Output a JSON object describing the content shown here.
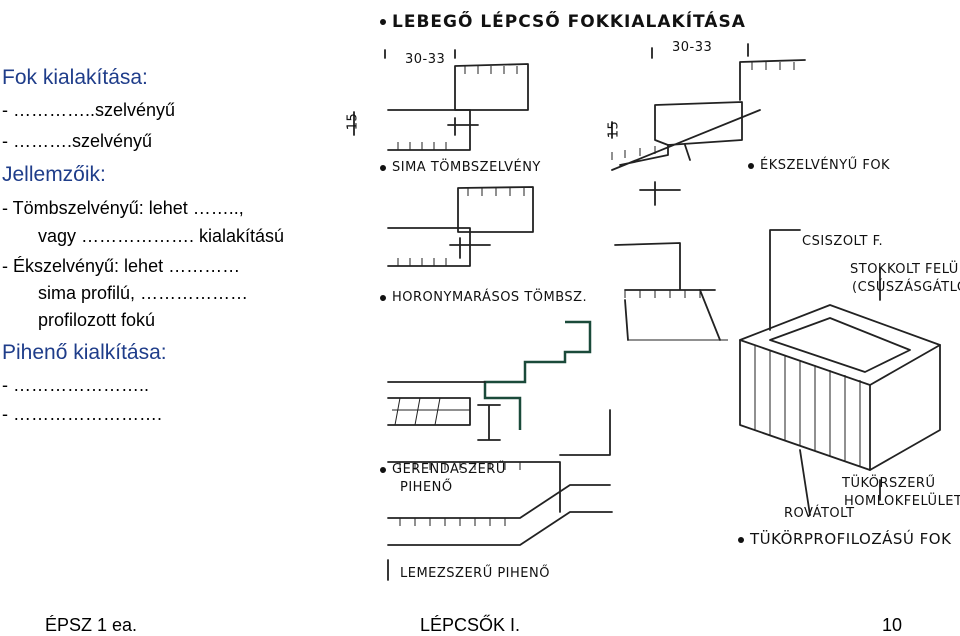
{
  "left": {
    "heading1": "Fok kialakítása:",
    "b1": "- …………..szelvényű",
    "b2": "- ……….szelvényű",
    "heading2": "Jellemzőik:",
    "b3": "- Tömbszelvényű: lehet ……..,",
    "b4": "vagy ………………. kialakítású",
    "b5": "- Ékszelvényű: lehet …………",
    "b6": "sima profilú, ………………",
    "b7": "profilozott fokú",
    "heading3": "Pihenő kialkítása:",
    "b8": "- …………………..",
    "b9": "- ……………………."
  },
  "sketch": {
    "title": "LEBEGŐ LÉPCSŐ FOKKIALAKÍTÁSA",
    "dim1": "30-33",
    "dim2": "30-33",
    "dim3": "15",
    "dim4": "15",
    "label_sima": "SIMA TÖMBSZELVÉNY",
    "label_ek": "ÉKSZELVÉNYŰ FOK",
    "label_horony": "HORONYMARÁSOS TÖMBSZ.",
    "label_csiszolt": "CSISZOLT F.",
    "label_stokkolt1": "STOKKOLT FELÜLE",
    "label_stokkolt2": "(CSÚSZÁSGÁTLÓ)",
    "label_gerenda1": "GERENDASZERŰ",
    "label_gerenda2": "PIHENŐ",
    "label_tukor1": "TÜKÖRSZERŰ",
    "label_tukor2": "HOMLOKFELÜLET",
    "label_rovatolt": "ROVÁTOLT",
    "label_tukorprof": "TÜKÖRPROFILOZÁSÚ FOK",
    "label_lemez": "LEMEZSZERŰ PIHENŐ"
  },
  "footer": {
    "left": "ÉPSZ 1 ea.",
    "center": "LÉPCSŐK I.",
    "page": "10"
  }
}
